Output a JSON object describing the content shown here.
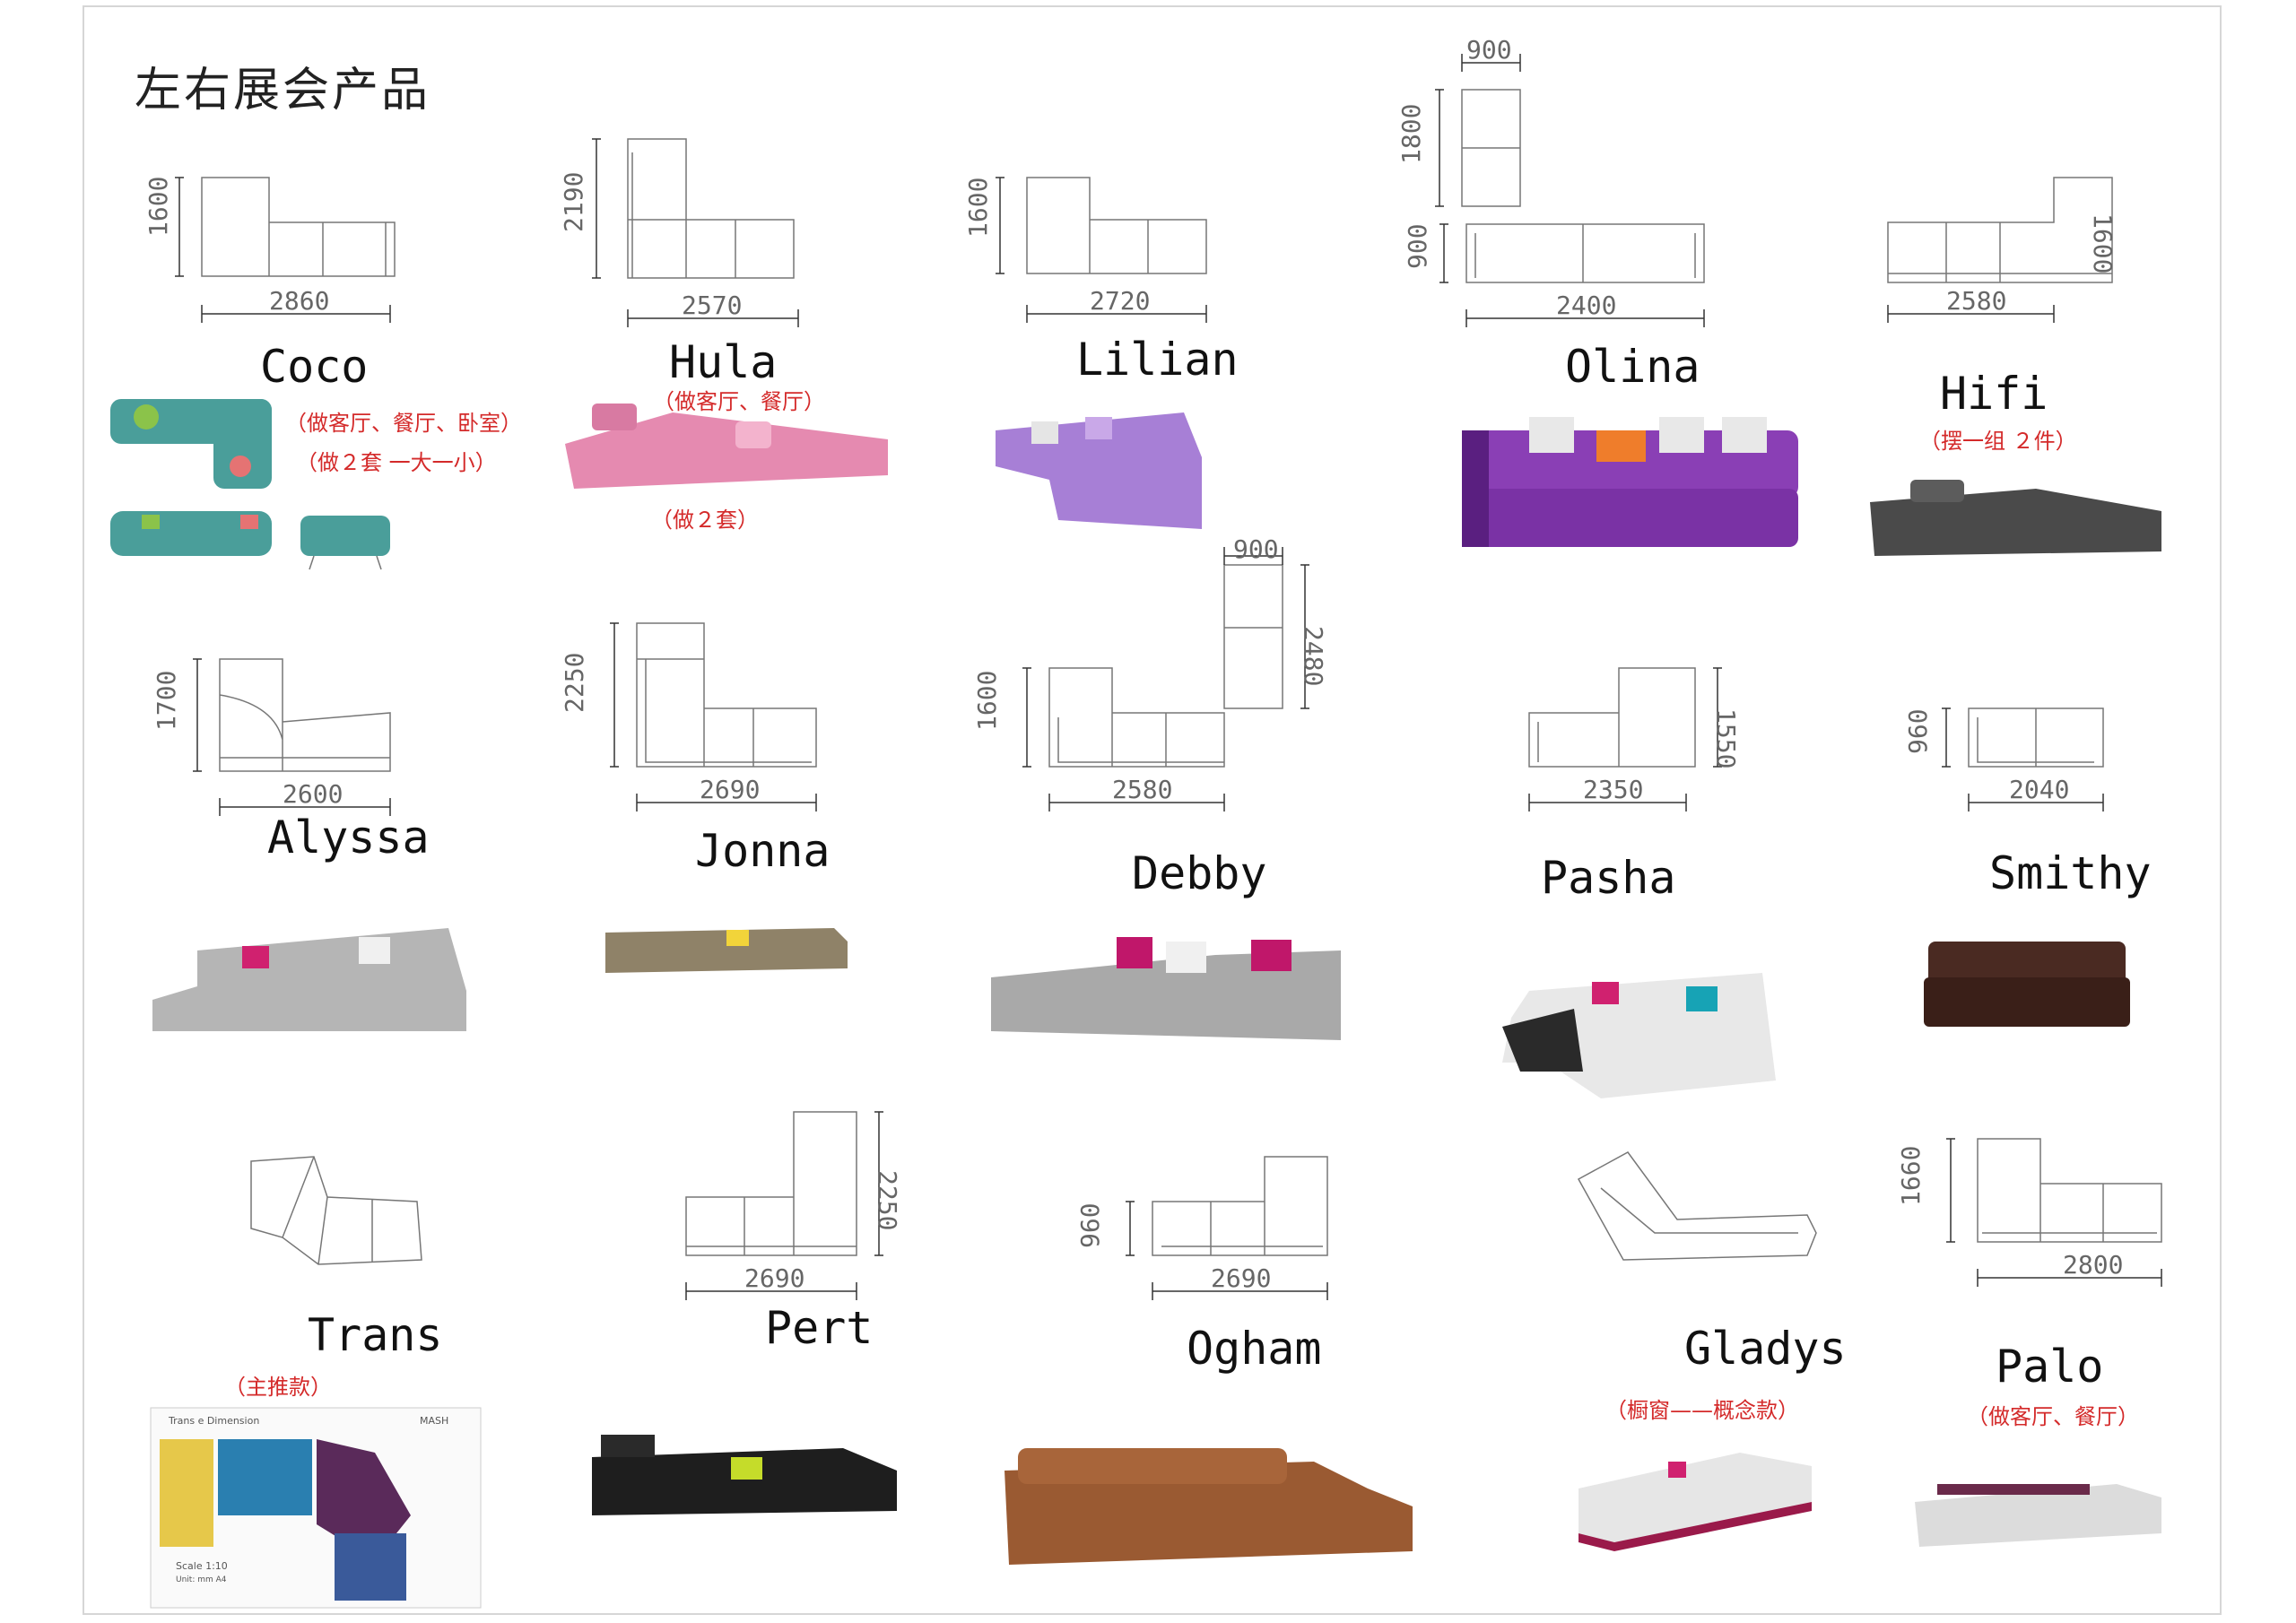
{
  "page": {
    "title": "左右展会产品"
  },
  "products": [
    {
      "name": "Coco",
      "dims": {
        "width": "2860",
        "height": "1600"
      },
      "notes": [
        "（做客厅、餐厅、卧室）",
        "（做２套 一大一小）"
      ],
      "color": "#4a9e9a"
    },
    {
      "name": "Hula",
      "dims": {
        "width": "2570",
        "height": "2190"
      },
      "notes": [
        "（做客厅、餐厅）",
        "（做２套）"
      ],
      "color": "#e58ab0"
    },
    {
      "name": "Lilian",
      "dims": {
        "width": "2720",
        "height": "1600"
      },
      "notes": [],
      "color": "#a77fd6"
    },
    {
      "name": "Olina",
      "dims": {
        "width": "2400",
        "height": "900",
        "width2": "900",
        "height2": "1800"
      },
      "notes": [],
      "color": "#8a3fb5"
    },
    {
      "name": "Hifi",
      "dims": {
        "width": "2580",
        "height": "1600"
      },
      "notes": [
        "（摆一组 ２件）"
      ],
      "color": "#4a4a4a"
    },
    {
      "name": "Alyssa",
      "dims": {
        "width": "2600",
        "height": "1700"
      },
      "notes": [],
      "color": "#b5b5b5"
    },
    {
      "name": "Jonna",
      "dims": {
        "width": "2690",
        "height": "2250"
      },
      "notes": [],
      "color": "#8f8268"
    },
    {
      "name": "Debby",
      "dims": {
        "width": "2580",
        "height": "1600",
        "width2": "900",
        "height2": "2480"
      },
      "notes": [],
      "color": "#a9a9a9"
    },
    {
      "name": "Pasha",
      "dims": {
        "width": "2350",
        "height": "1550"
      },
      "notes": [],
      "color": "#e8e8e8"
    },
    {
      "name": "Smithy",
      "dims": {
        "width": "2040",
        "height": "960"
      },
      "notes": [],
      "color": "#4a2a22"
    },
    {
      "name": "Trans",
      "dims": {},
      "notes": [
        "（主推款）"
      ],
      "color": "#2a7fb0"
    },
    {
      "name": "Pert",
      "dims": {
        "width": "2690",
        "height": "2250"
      },
      "notes": [],
      "color": "#1e1e1e"
    },
    {
      "name": "Ogham",
      "dims": {
        "width": "2690",
        "height": "960"
      },
      "notes": [],
      "color": "#9a5a32"
    },
    {
      "name": "Gladys",
      "dims": {},
      "notes": [
        "（橱窗——概念款）"
      ],
      "color": "#e6e6e6"
    },
    {
      "name": "Palo",
      "dims": {
        "width": "2800",
        "height": "1660"
      },
      "notes": [
        "（做客厅、餐厅）"
      ],
      "color": "#dcdcdc"
    }
  ],
  "trans_sheet": {
    "heading": "Trans e Dimension",
    "brand": "MASH",
    "scale": "Scale 1:10",
    "unit": "Unit: mm A4"
  },
  "icons": [
    "sofa-photo",
    "floor-plan-drawing",
    "dimension-arrow"
  ]
}
